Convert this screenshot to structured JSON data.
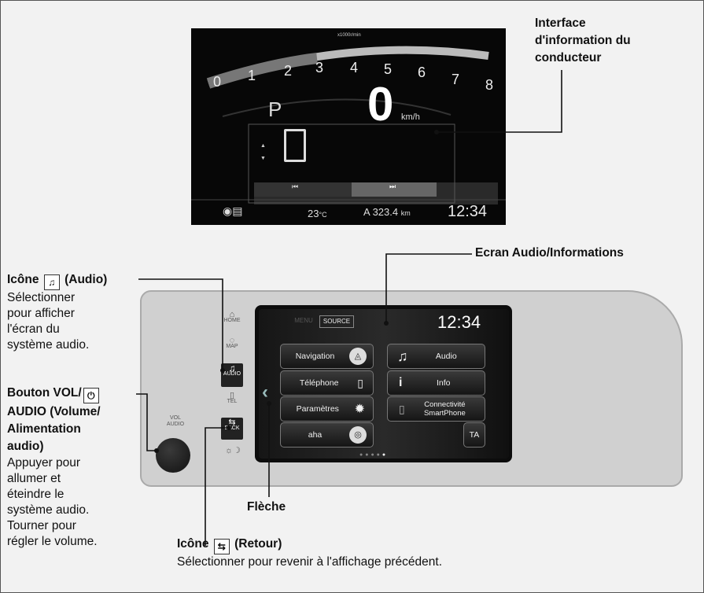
{
  "cluster": {
    "scale_label": "x1000r/min",
    "rpm_ticks": [
      "0",
      "1",
      "2",
      "3",
      "4",
      "5",
      "6",
      "7",
      "8"
    ],
    "gear": "P",
    "speed": "0",
    "speed_unit": "km/h",
    "temperature": "23",
    "temperature_unit": "°C",
    "odometer": "A 323.4",
    "odometer_unit": "km",
    "clock": "12:34"
  },
  "screen": {
    "tab_menu": "MENU",
    "tab_source": "SOURCE",
    "clock": "12:34",
    "tiles": {
      "navigation": "Navigation",
      "audio": "Audio",
      "telephone": "Téléphone",
      "info": "Info",
      "parametres": "Paramètres",
      "connectivite_1": "Connectivité",
      "connectivite_2": "SmartPhone",
      "aha": "aha",
      "ta": "TA"
    }
  },
  "side_buttons": {
    "home": "HOME",
    "map": "MAP",
    "audio": "AUDIO",
    "tel": "TEL",
    "back": "BACK",
    "vol_1": "VOL",
    "vol_2": "AUDIO"
  },
  "callouts": {
    "driver_info_1": "Interface",
    "driver_info_2": "d'information du",
    "driver_info_3": "conducteur",
    "audio_screen": "Ecran Audio/Informations",
    "audio_icon_title_1": "Icône",
    "audio_icon_title_2": "(Audio)",
    "audio_icon_desc": [
      "Sélectionner",
      "pour afficher",
      "l'écran du",
      "système audio."
    ],
    "vol_title_1": "Bouton VOL/",
    "vol_title_2": "AUDIO (Volume/",
    "vol_title_3": "Alimentation",
    "vol_title_4": "audio)",
    "vol_desc": [
      "Appuyer pour",
      "allumer et",
      "éteindre le",
      "système audio.",
      "Tourner pour",
      "régler le volume."
    ],
    "arrow": "Flèche",
    "back_title_1": "Icône",
    "back_title_2": "(Retour)",
    "back_desc": "Sélectionner pour revenir à l'affichage précédent."
  },
  "colors": {
    "background": "#f2f2f2",
    "cluster_bg": "#070707",
    "bezel": "#cfcfcf"
  }
}
